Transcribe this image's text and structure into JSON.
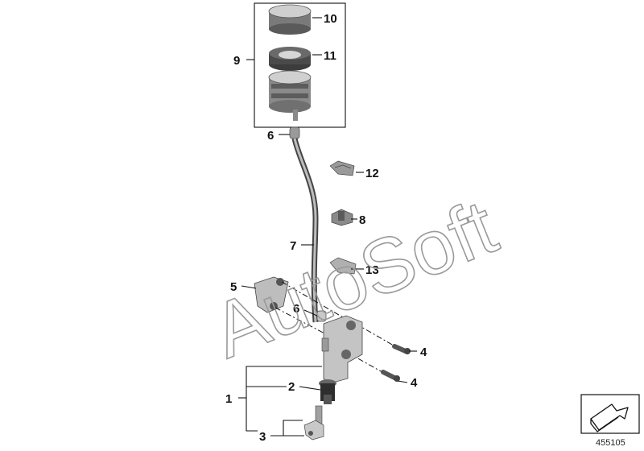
{
  "watermark": "AutoSoft",
  "part_number": "455105",
  "callouts": {
    "c1": "1",
    "c2": "2",
    "c3": "3",
    "c4a": "4",
    "c4b": "4",
    "c5": "5",
    "c6a": "6",
    "c6b": "6",
    "c7": "7",
    "c8": "8",
    "c9": "9",
    "c10": "10",
    "c11": "11",
    "c12": "12",
    "c13": "13"
  },
  "colors": {
    "part_light": "#d9d9d9",
    "part_mid": "#a8a8a8",
    "part_dark": "#5a5a5a",
    "line": "#111111"
  }
}
